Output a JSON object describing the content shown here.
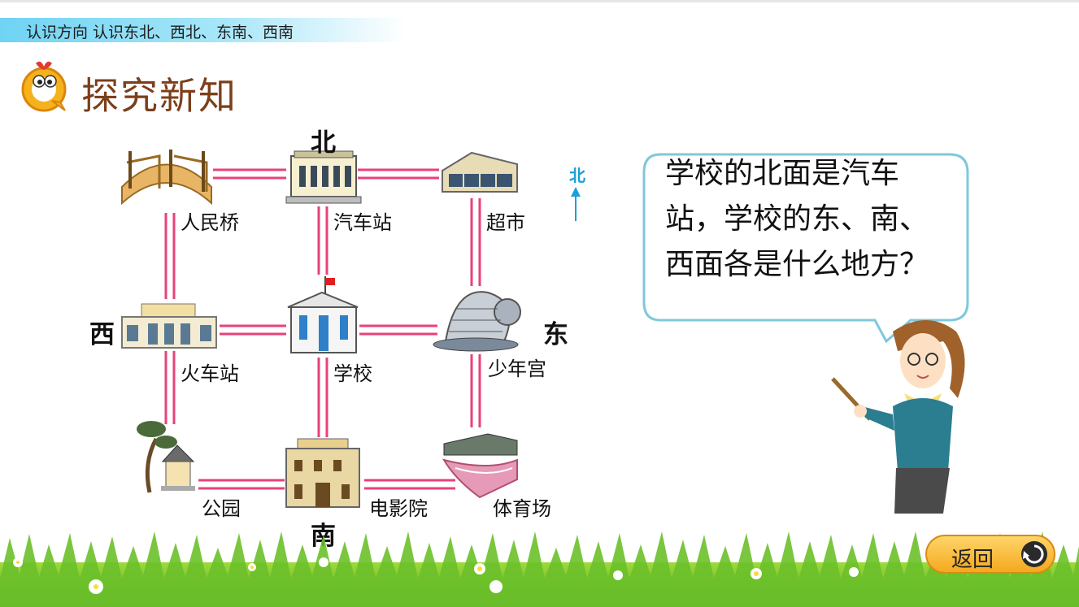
{
  "header": {
    "breadcrumb": "认识方向 认识东北、西北、东南、西南"
  },
  "section": {
    "title": "探究新知"
  },
  "map": {
    "directions": {
      "north": "北",
      "south": "南",
      "east": "东",
      "west": "西"
    },
    "compass_label": "北",
    "places": {
      "bridge": "人民桥",
      "bus_station": "汽车站",
      "supermarket": "超市",
      "train_station": "火车站",
      "school": "学校",
      "youth_palace": "少年宫",
      "park": "公园",
      "cinema": "电影院",
      "stadium": "体育场"
    }
  },
  "bubble": {
    "text": "学校的北面是汽车站，学校的东、南、西面各是什么地方？"
  },
  "nav": {
    "back_label": "返回"
  },
  "colors": {
    "road": "#e8427a",
    "title": "#7b3f1a",
    "header_bar": "#6fd3f3",
    "button": "#f4a81e"
  }
}
